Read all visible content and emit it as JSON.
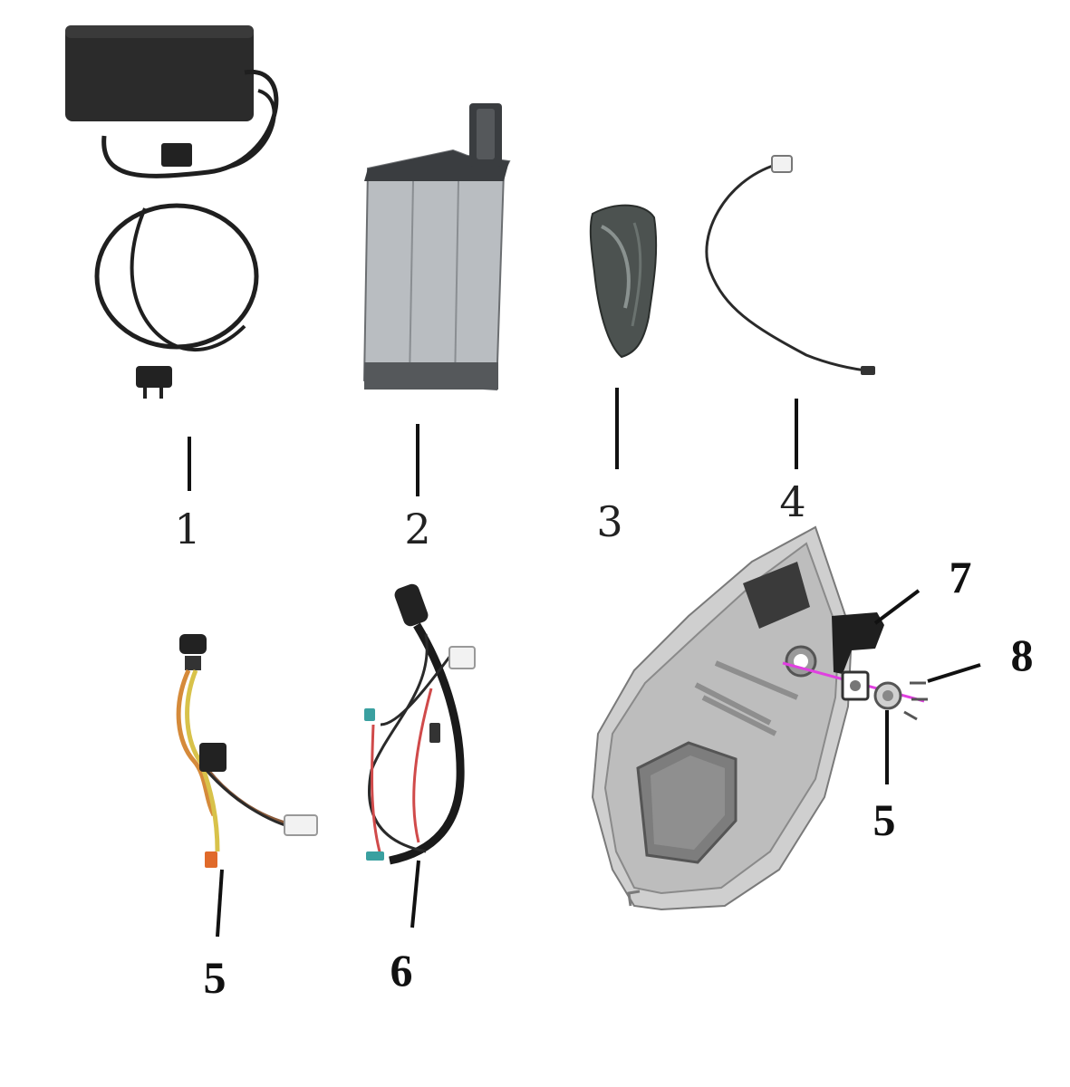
{
  "callouts": {
    "charger": "1",
    "battery": "2",
    "pouch": "3",
    "sensor_cable": "4",
    "harness_small": "5",
    "harness_main": "6",
    "cover_part_7": "7",
    "cover_part_8": "8",
    "cover_part_5": "5"
  },
  "colors": {
    "charger_body": "#2a2a2a",
    "battery_body": "#b8bcbf",
    "cover_body": "#cfcfcf",
    "wire_red": "#d04a4a",
    "wire_yellow": "#d8c24a",
    "axis_line": "#e040e0"
  }
}
